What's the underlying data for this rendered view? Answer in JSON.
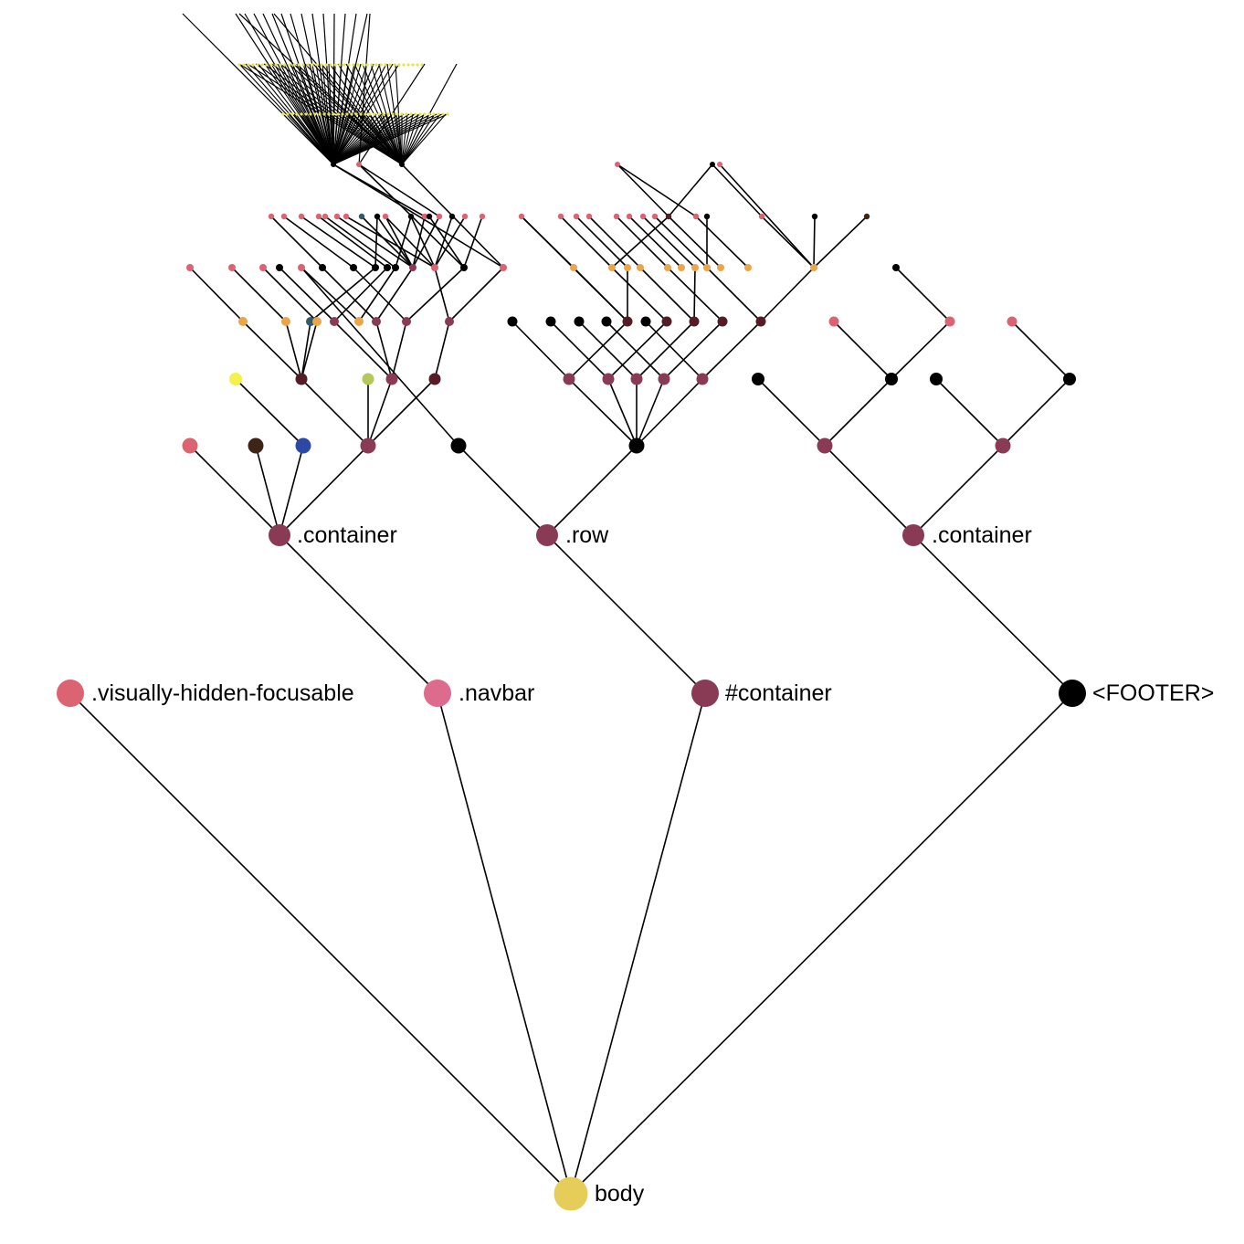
{
  "root": {
    "label": "body",
    "color": "#e6cd5a"
  },
  "level1": [
    {
      "label": ".visually-hidden-focusable",
      "color": "#dc6472"
    },
    {
      "label": ".navbar",
      "color": "#dd6b8e"
    },
    {
      "label": "#container",
      "color": "#893a55"
    },
    {
      "label": "<FOOTER>",
      "color": "#000000"
    }
  ],
  "level2": [
    {
      "label": ".container",
      "color": "#893a55"
    },
    {
      "label": ".row",
      "color": "#893a55"
    },
    {
      "label": ".container",
      "color": "#893a55"
    }
  ],
  "palette": {
    "edge": "#000000",
    "pink": "#dc6472",
    "berry": "#893a55",
    "maroon": "#561c26",
    "orange": "#eba54a",
    "black": "#000000",
    "brown": "#3e2416",
    "blue": "#2b49a5",
    "yellow": "#f6f04a",
    "lime": "#b4c85a",
    "teal": "#2e5b6e",
    "marker_yellow": "#e9e24a"
  }
}
